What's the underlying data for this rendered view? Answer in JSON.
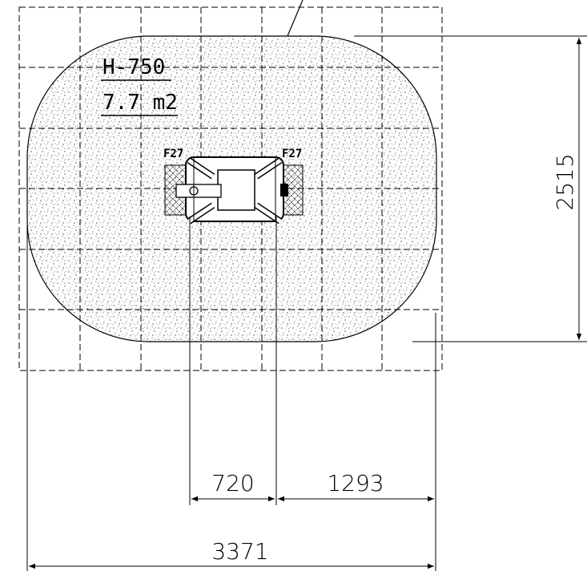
{
  "surface_label": {
    "height_code": "H-750",
    "area": "7.7 m2"
  },
  "fixings": {
    "left_label": "F27",
    "right_label": "F27"
  },
  "dimensions": {
    "overall_width": "3371",
    "overall_height": "2515",
    "post_spacing": "720",
    "post_to_edge": "1293"
  },
  "colors": {
    "line": "#000000",
    "surface_speckle": "#000000",
    "background": "#ffffff"
  }
}
